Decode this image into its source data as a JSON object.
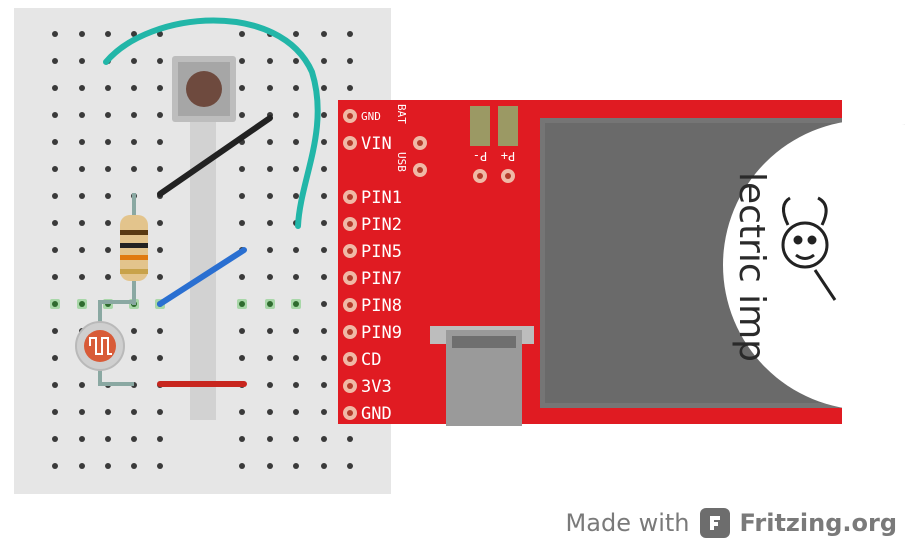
{
  "board": {
    "header_labels": [
      "GND",
      "BAT",
      "VIN",
      "USB"
    ],
    "pins": [
      "PIN1",
      "PIN2",
      "PIN5",
      "PIN7",
      "PIN8",
      "PIN9",
      "CD",
      "3V3",
      "GND"
    ],
    "pad_labels": [
      "P-",
      "P+"
    ],
    "sd_card_text": "lectric imp",
    "color": "#e01b22"
  },
  "breadboard": {
    "color": "#e6e6e6"
  },
  "wires": {
    "teal": "#22b6a8",
    "black": "#222222",
    "blue": "#2a6fd1",
    "red": "#c8261e"
  },
  "footer": {
    "made_with": "Made with",
    "brand": "Fritzing.org"
  }
}
